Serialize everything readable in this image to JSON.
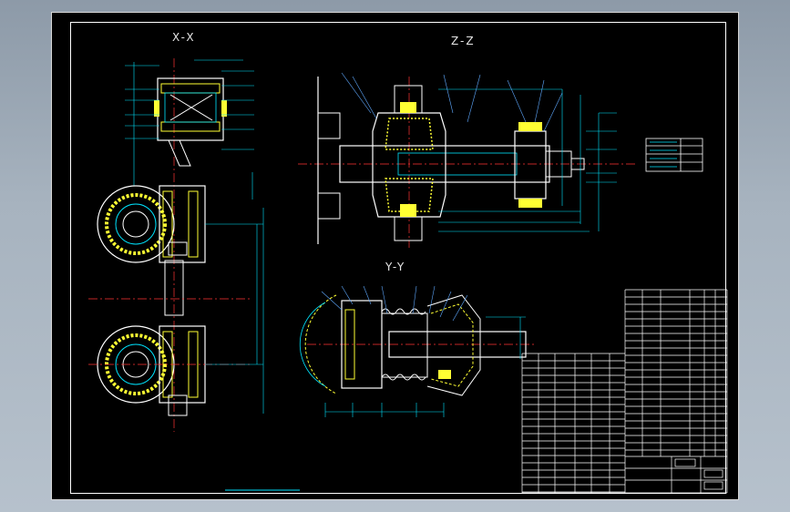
{
  "views": {
    "xx": "X-X",
    "zz": "Z-Z",
    "yy": "Y-Y"
  },
  "colors": {
    "background": "#000000",
    "outline": "#ffffff",
    "dimension": "#00e5ff",
    "hatch": "#ffff33",
    "centerline": "#ff3333",
    "leader": "#5fa9ff"
  }
}
